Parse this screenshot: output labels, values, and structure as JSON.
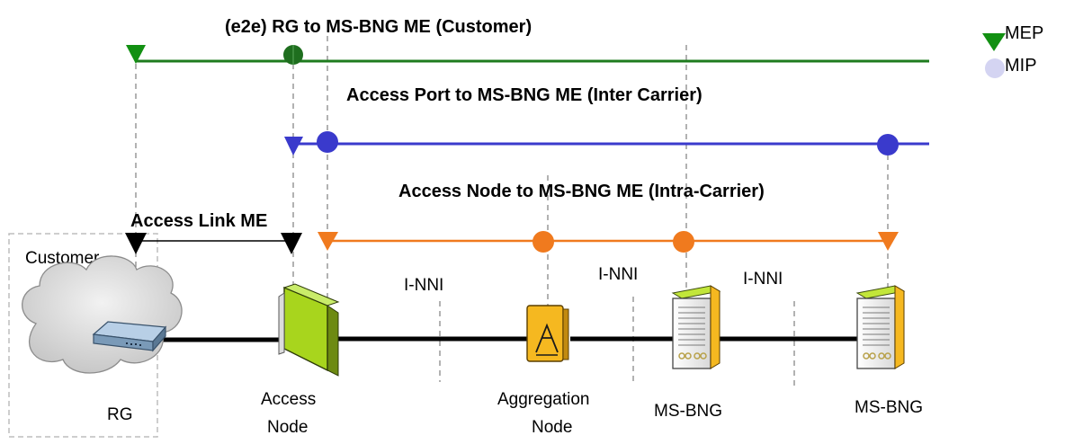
{
  "legend": {
    "mep_label": "MEP",
    "mip_label": "MIP"
  },
  "me_lines": {
    "e2e": {
      "label": "(e2e) RG to MS-BNG ME (Customer)",
      "color": "#1e7b1e"
    },
    "inter_carrier": {
      "label": "Access Port to MS-BNG ME (Inter Carrier)",
      "color": "#3a3acc"
    },
    "intra_carrier": {
      "label": "Access Node to MS-BNG ME (Intra-Carrier)",
      "color": "#f07a1e"
    },
    "access_link": {
      "label": "Access Link ME",
      "color": "#000000"
    }
  },
  "colors": {
    "mep": "#129012",
    "mip": "#d4d4f2",
    "link": "#000000",
    "dash": "#888888"
  },
  "customer_box": {
    "label": "Customer"
  },
  "interfaces": {
    "i_nni_1": "I-NNI",
    "i_nni_2": "I-NNI",
    "i_nni_3": "I-NNI"
  },
  "nodes": {
    "rg": {
      "label": "RG"
    },
    "access_node": {
      "label_line1": "Access",
      "label_line2": "Node"
    },
    "aggregation_node": {
      "label_line1": "Aggregation",
      "label_line2": "Node"
    },
    "ms_bng_1": {
      "label": "MS-BNG"
    },
    "ms_bng_2": {
      "label": "MS-BNG"
    }
  }
}
